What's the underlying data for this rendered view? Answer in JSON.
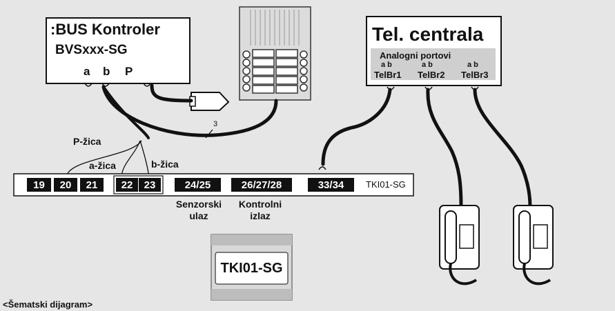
{
  "bus_controller": {
    "title": ":BUS Kontroler",
    "model": "BVSxxx-SG",
    "pin_a": "a",
    "pin_b": "b",
    "pin_p": "P"
  },
  "pbx": {
    "title": "Tel. centrala",
    "ports_label": "Analogni portovi",
    "ports": [
      {
        "ab": "a b",
        "name": "TelBr1"
      },
      {
        "ab": "a b",
        "name": "TelBr2"
      },
      {
        "ab": "a b",
        "name": "TelBr3"
      }
    ]
  },
  "cable_count": "3",
  "wires": {
    "p": "P-žica",
    "a": "a-žica",
    "b": "b-žica"
  },
  "terminal_strip": {
    "label": "TKI01-SG",
    "terminals": [
      "19",
      "20",
      "21",
      "22",
      "23",
      "24/25",
      "26/27/28",
      "33/34"
    ]
  },
  "sensor_input": {
    "line1": "Senzorski",
    "line2": "ulaz"
  },
  "control_output": {
    "line1": "Kontrolni",
    "line2": "izlaz"
  },
  "module": {
    "label": "TKI01-SG"
  },
  "caption": "<Šematski dijagram>",
  "colors": {
    "background": "#e6e6e6",
    "terminal": "#111111",
    "panel": "#cfcfcf"
  }
}
